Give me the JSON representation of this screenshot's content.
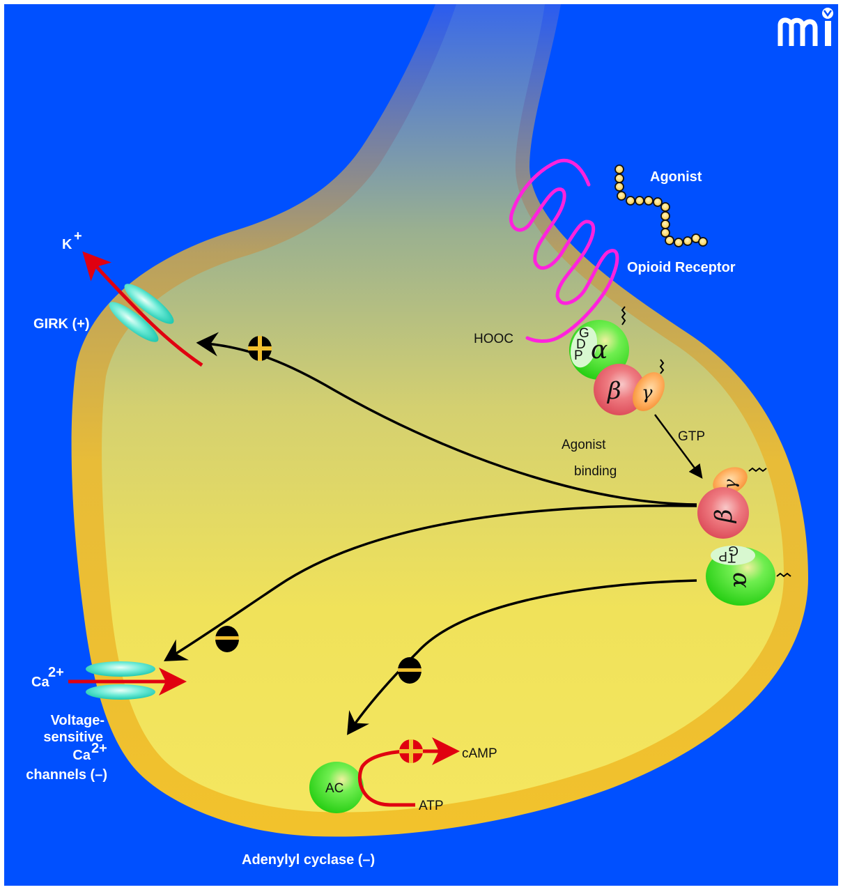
{
  "figure": {
    "type": "opioid receptor signaling pathway in neuron",
    "colors": {
      "background": "#0050ff",
      "frame": "#ffffff",
      "membrane": "#f0c030",
      "cytoplasm": "#f2e35a",
      "receptor": "#ff22dd",
      "agonist_bead": "#ffd860",
      "g_alpha": "#33dd22",
      "g_beta": "#e8606a",
      "g_gamma": "#ff9a30",
      "channel": "#40e0c8",
      "ion_arrow": "#e00010",
      "signal_arrow": "#000000",
      "plus_minus_mark": "#f0c030"
    }
  },
  "logo": {
    "text": "mi",
    "icon": "mi-logo-icon"
  },
  "labels": {
    "agonist": "Agonist",
    "opioid_receptor": "Opioid Receptor",
    "hooc": "HOOC",
    "gdp": [
      "G",
      "D",
      "P"
    ],
    "gtp_bound": [
      "G",
      "T",
      "P"
    ],
    "alpha": "α",
    "beta": "β",
    "gamma": "γ",
    "gtp": "GTP",
    "agonist_binding_line1": "Agonist",
    "agonist_binding_line2": "binding",
    "k_ion": "K",
    "k_charge": "+",
    "girk": "GIRK (+)",
    "ca_ion": "Ca",
    "ca_charge": "2+",
    "vscc_line1": "Voltage-",
    "vscc_line2": "sensitive",
    "vscc_line3_base": "Ca",
    "vscc_line3_sup": "2+",
    "vscc_line4": "channels (–)",
    "ac": "AC",
    "camp": "cAMP",
    "atp": "ATP",
    "adenylyl_cyclase": "Adenylyl cyclase (–)"
  },
  "effects": [
    {
      "target": "GIRK",
      "sign": "+",
      "source": "Gβγ"
    },
    {
      "target": "Voltage-sensitive Ca2+ channels",
      "sign": "–",
      "source": "Gβγ"
    },
    {
      "target": "Adenylyl cyclase",
      "sign": "–",
      "source": "Gα-GTP"
    },
    {
      "target": "ATP → cAMP",
      "sign": "+",
      "source": "AC"
    }
  ]
}
